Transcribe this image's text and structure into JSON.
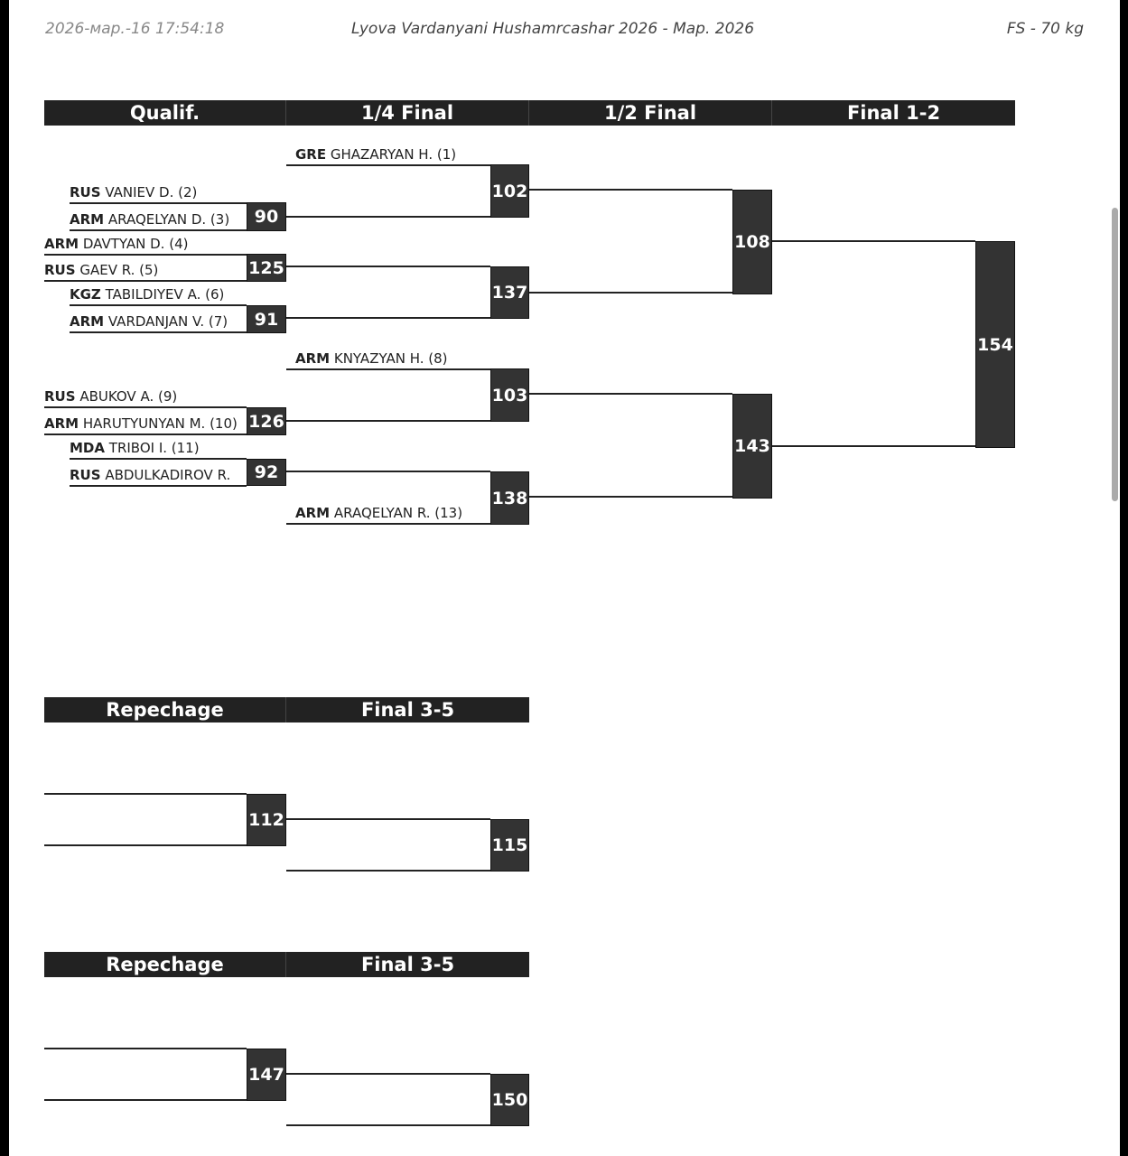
{
  "header": {
    "timestamp": "2026-мар.-16 17:54:18",
    "title": "Lyova Vardanyani Hushamrcashar 2026 - Мар. 2026",
    "category": "FS - 70 kg"
  },
  "main_bracket": {
    "rounds": [
      "Qualif.",
      "1/4 Final",
      "1/2 Final",
      "Final 1-2"
    ],
    "athletes": [
      {
        "country": "GRE",
        "name": "GHAZARYAN H. (1)"
      },
      {
        "country": "RUS",
        "name": "VANIEV D. (2)"
      },
      {
        "country": "ARM",
        "name": "ARAQELYAN D. (3)"
      },
      {
        "country": "ARM",
        "name": "DAVTYAN D. (4)"
      },
      {
        "country": "RUS",
        "name": "GAEV R. (5)"
      },
      {
        "country": "KGZ",
        "name": "TABILDIYEV A. (6)"
      },
      {
        "country": "ARM",
        "name": "VARDANJAN V. (7)"
      },
      {
        "country": "ARM",
        "name": "KNYAZYAN H. (8)"
      },
      {
        "country": "RUS",
        "name": "ABUKOV A. (9)"
      },
      {
        "country": "ARM",
        "name": "HARUTYUNYAN M. (10)"
      },
      {
        "country": "MDA",
        "name": "TRIBOI I. (11)"
      },
      {
        "country": "RUS",
        "name": "ABDULKADIROV R."
      },
      {
        "country": "ARM",
        "name": "ARAQELYAN R. (13)"
      }
    ],
    "bouts": {
      "q1": "90",
      "q2": "125",
      "q3": "91",
      "q4": "126",
      "q5": "92",
      "qf1": "102",
      "qf2": "137",
      "qf3": "103",
      "qf4": "138",
      "sf1": "108",
      "sf2": "143",
      "final": "154"
    }
  },
  "repechage": [
    {
      "rounds": [
        "Repechage",
        "Final 3-5"
      ],
      "bouts": {
        "rep": "112",
        "bronze": "115"
      }
    },
    {
      "rounds": [
        "Repechage",
        "Final 3-5"
      ],
      "bouts": {
        "rep": "147",
        "bronze": "150"
      }
    }
  ]
}
